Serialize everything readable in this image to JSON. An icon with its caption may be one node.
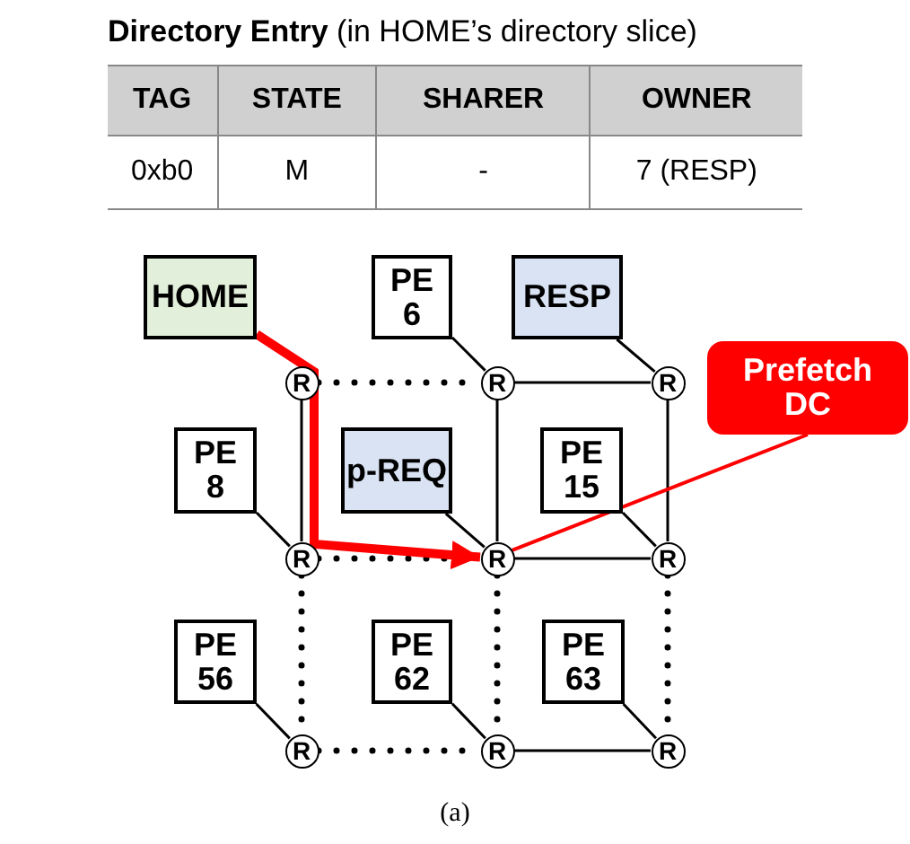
{
  "diagram": {
    "title": "**Directory Entry** (in HOME’s directory slice)",
    "caption": "(a)",
    "nodes": [
      {
        "text": [
          "HOME"
        ]
      },
      {
        "text": [
          "PE 6"
        ]
      },
      {
        "text": [
          "RESP"
        ]
      },
      {
        "text": [
          "PE 8"
        ]
      },
      {
        "text": [
          "p-REQ"
        ]
      },
      {
        "text": [
          "PE 15"
        ]
      },
      {
        "text": [
          "PE 56"
        ]
      },
      {
        "text": [
          "PE 62"
        ]
      },
      {
        "text": [
          "PE 63"
        ]
      },
      {
        "text": [
          "Prefetch DC"
        ]
      },
      {
        "text": [
          "R"
        ]
      },
      {
        "text": [
          "R"
        ]
      },
      {
        "text": [
          "R"
        ]
      },
      {
        "text": [
          "R"
        ]
      },
      {
        "text": [
          "R"
        ]
      },
      {
        "text": [
          "R"
        ]
      },
      {
        "text": [
          "R"
        ]
      },
      {
        "text": [
          "R"
        ]
      },
      {
        "text": [
          "R"
        ]
      }
    ],
    "edges": [
      {
        "from": 1,
        "to": 11,
        "arrow": "none"
      },
      {
        "from": 2,
        "to": 12,
        "arrow": "none"
      },
      {
        "from": 3,
        "to": 13,
        "arrow": "none"
      },
      {
        "from": 4,
        "to": 14,
        "arrow": "none"
      },
      {
        "from": 5,
        "to": 15,
        "arrow": "none"
      },
      {
        "from": 6,
        "to": 16,
        "arrow": "none"
      },
      {
        "from": 7,
        "to": 17,
        "arrow": "none"
      },
      {
        "from": 8,
        "to": 18,
        "arrow": "none"
      },
      {
        "from": 10,
        "to": 11,
        "arrow": "none",
        "style": "dashed"
      },
      {
        "from": 11,
        "to": 12,
        "arrow": "none"
      },
      {
        "from": 10,
        "to": 13,
        "arrow": "none"
      },
      {
        "from": 11,
        "to": 14,
        "arrow": "none"
      },
      {
        "from": 12,
        "to": 15,
        "arrow": "none"
      },
      {
        "from": 13,
        "to": 14,
        "arrow": "none",
        "style": "dashed"
      },
      {
        "from": 14,
        "to": 15,
        "arrow": "none"
      },
      {
        "from": 13,
        "to": 16,
        "arrow": "none",
        "style": "dashed"
      },
      {
        "from": 14,
        "to": 17,
        "arrow": "none",
        "style": "dashed"
      },
      {
        "from": 15,
        "to": 18,
        "arrow": "none",
        "style": "dashed"
      },
      {
        "from": 16,
        "to": 17,
        "arrow": "none",
        "style": "dashed"
      },
      {
        "from": 17,
        "to": 18,
        "arrow": "none"
      },
      {
        "from": 0,
        "to": 14,
        "arrow": "to",
        "style": "thick",
        "color": "#ff0000"
      },
      {
        "from": 9,
        "to": 14,
        "arrow": "none",
        "color": "#ff0000"
      }
    ],
    "labels": [
      "TAG",
      "STATE",
      "SHARER",
      "OWNER",
      "0xb0",
      "M",
      "-",
      "7 (RESP)"
    ]
  }
}
